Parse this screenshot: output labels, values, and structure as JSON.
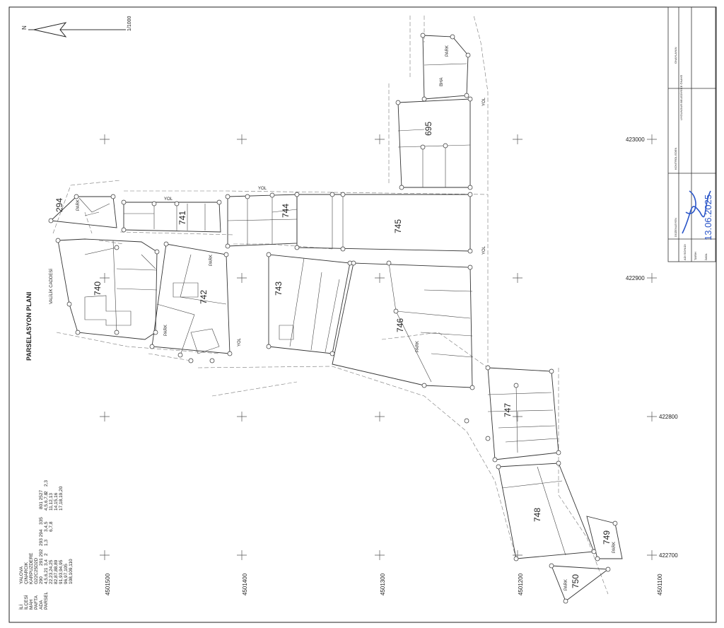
{
  "title": "PARSELASYON PLANI",
  "north": {
    "label": "N",
    "scale": "1/1000"
  },
  "info_block": {
    "labels": [
      "İLİ",
      "İLÇESİ",
      "MAH",
      "PAFTA",
      "ADA",
      "PARSEL"
    ],
    "values": [
      "YALOVA",
      "ÇINARCIK",
      "KARPUZDERE",
      "G22C25D2D"
    ],
    "ada_numbers": [
      "290",
      "291 292",
      "293 294",
      "335",
      "801 2527"
    ],
    "ada_labels": [
      "3,4",
      "2",
      "1,3",
      "3,4,5",
      "4,5,6,7,8",
      "2",
      "2,3"
    ],
    "parsel_lines": [
      "4,5,6,21",
      "22,23,24,25",
      "82,87,88,89",
      "91,93,94,95",
      "96,97,105",
      "108,109,110"
    ],
    "extra_lines": [
      "6,7,8",
      "11,12,13",
      "14,15,16",
      "17,18,19,20"
    ]
  },
  "coord_labels": {
    "north": [
      "423000",
      "422900",
      "422800",
      "422700"
    ],
    "east": [
      "4501500",
      "4501400",
      "4501300",
      "4501200",
      "4501100"
    ]
  },
  "blocks": [
    "294",
    "741",
    "744",
    "745",
    "740",
    "742",
    "743",
    "746",
    "695",
    "747",
    "748",
    "749",
    "750"
  ],
  "park_labels": [
    "PARK",
    "PARK",
    "PARK",
    "PARK",
    "PARK",
    "PARK",
    "PARK"
  ],
  "small_labels": [
    "BHA",
    "YOL",
    "YOL",
    "YOL",
    "YOL",
    "YOL",
    "VALİLİK CADDESİ"
  ],
  "signature_date": "13.06.2025",
  "approval_headers": [
    "DÜZENLEYEN",
    "KONTROL EDEN",
    "ONAYLAYAN"
  ],
  "approval_rows": [
    "ADI SOYADI",
    "TARİH",
    "İMZA"
  ],
  "approval_subtitle": "UYGUNDUR BELEDİYECE ÖNAYE"
}
